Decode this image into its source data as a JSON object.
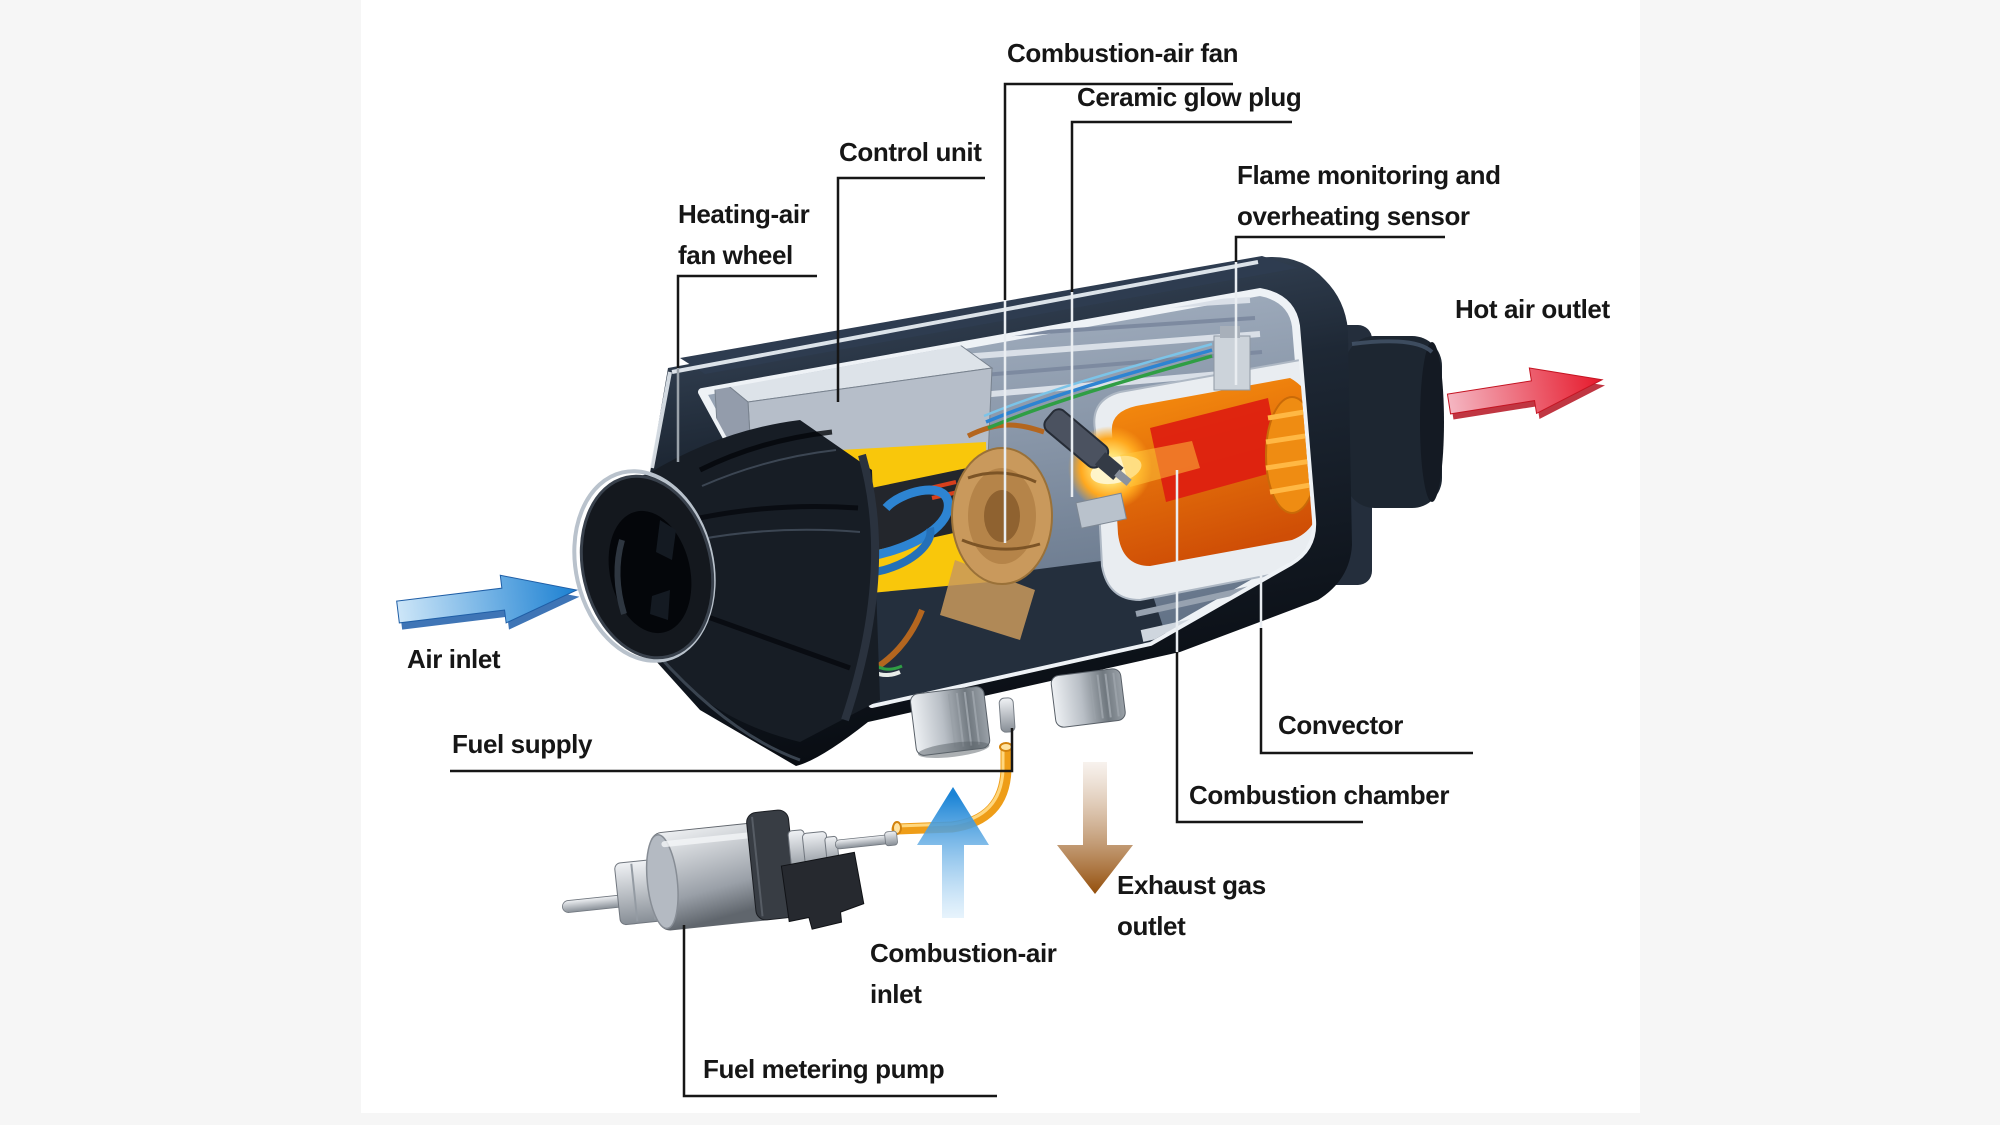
{
  "page": {
    "background_color": "#f6f6f6",
    "canvas_color": "#ffffff"
  },
  "figure": {
    "kind": "cutaway-diagram",
    "description": "Air heater cutaway with labeled components"
  },
  "labels": {
    "combustion_air_fan": {
      "text": "Combustion-air fan"
    },
    "ceramic_glow_plug": {
      "text": "Ceramic glow plug"
    },
    "control_unit": {
      "text": "Control unit"
    },
    "heating_air_fan_wheel": {
      "text": "Heating-air\nfan wheel"
    },
    "flame_sensor": {
      "text": "Flame monitoring and\noverheating sensor"
    },
    "hot_air_outlet": {
      "text": "Hot air outlet"
    },
    "air_inlet": {
      "text": "Air inlet"
    },
    "fuel_supply": {
      "text": "Fuel supply"
    },
    "convector": {
      "text": "Convector"
    },
    "combustion_chamber": {
      "text": "Combustion chamber"
    },
    "exhaust_gas_outlet": {
      "text": "Exhaust gas\noutlet"
    },
    "combustion_air_inlet": {
      "text": "Combustion-air\ninlet"
    },
    "fuel_metering_pump": {
      "text": "Fuel metering pump"
    }
  },
  "colors": {
    "label_text": "#161616",
    "leader_line": "#161616",
    "leader_line_on_body": "#e9edf1",
    "leader_line_on_cone": "#9aa2aa",
    "air_inlet_arrow_tail": "#cde6f8",
    "air_inlet_arrow_head": "#1b80d2",
    "hot_air_arrow_tail": "#f4b6c2",
    "hot_air_arrow_head": "#e6192b",
    "combustion_air_arrow_tail": "#dbeefb",
    "combustion_air_arrow_head": "#1b84d6",
    "exhaust_arrow_tail": "#f4ece6",
    "exhaust_arrow_head": "#96520f",
    "fuel_line": "#ee9d18",
    "fuel_line_highlight": "#ffd77e",
    "housing_dark": "#1b242f",
    "interior_silver": "#dde3e9",
    "combustion_chamber_orange": "#f5870f",
    "combustion_core_red": "#dd1d10",
    "flame_glow": "#ffd95e",
    "control_unit_connector_yellow": "#f9c70b",
    "wire_copper": "#b4661f",
    "wire_blue": "#2d84d2",
    "wire_green": "#2f9e44",
    "impeller_tan": "#c9995c"
  }
}
